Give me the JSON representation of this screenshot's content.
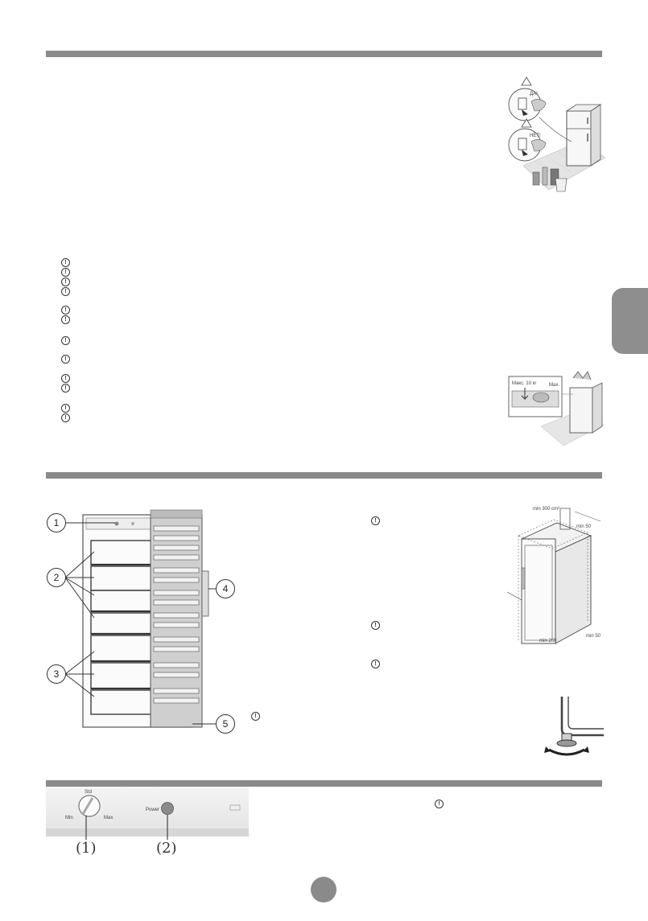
{
  "warning_glyph": "!",
  "callouts": {
    "c1": "1",
    "c2": "2",
    "c3": "3",
    "c4": "4",
    "c5": "5"
  },
  "control_panel": {
    "knob_number": "(1)",
    "button_number": "(2)",
    "knob_label_top": "Std",
    "knob_label_min": "Min",
    "knob_label_max": "Max",
    "button_label": "Power"
  },
  "illustrations": {
    "top_sign_yes": "ДА!",
    "top_sign_no": "НЕТ!",
    "vent_label": "Макс. 10 кг",
    "vent_side": "Max.",
    "clearance_top": "min 300 cm²",
    "clearance_depth": "min 50",
    "clearance_bottom": "min 200",
    "clearance_side": "min 50"
  },
  "colors": {
    "rule": "#8a8a8a",
    "tab": "#8e8e8e",
    "page_number_circle": "#8a8a8a"
  }
}
